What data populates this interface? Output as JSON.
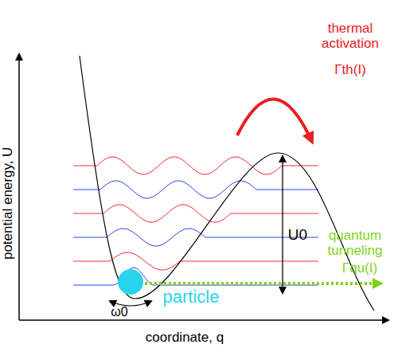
{
  "diagram": {
    "labels": [
      "thermal activation",
      "Γth(I)",
      "U0",
      "quantum tunneling",
      "Γqu(I)",
      "particle",
      "ω0",
      "potential energy, U",
      "coordinate, q"
    ]
  }
}
